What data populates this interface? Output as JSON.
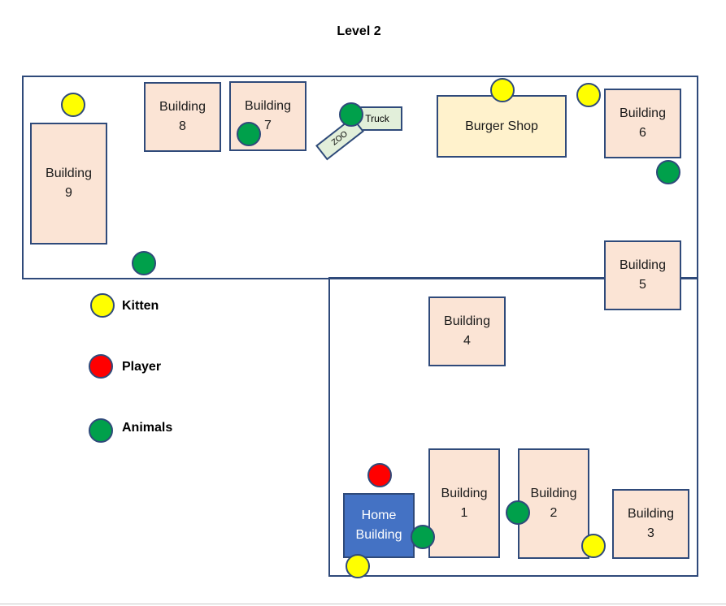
{
  "title": "Level 2",
  "colors": {
    "building_fill": "#fbe4d5",
    "burger_fill": "#fff2cc",
    "home_fill": "#4472c4",
    "outline": "#2f4a7a",
    "kitten": "#ffff00",
    "player": "#ff0000",
    "animal": "#00a04b",
    "vehicle_fill": "#e2efda"
  },
  "buildings": {
    "b1": [
      "Building",
      "1"
    ],
    "b2": [
      "Building",
      "2"
    ],
    "b3": [
      "Building",
      "3"
    ],
    "b4": [
      "Building",
      "4"
    ],
    "b5": [
      "Building",
      "5"
    ],
    "b6": [
      "Building",
      "6"
    ],
    "b7": [
      "Building",
      "7"
    ],
    "b8": [
      "Building",
      "8"
    ],
    "b9": [
      "Building",
      "9"
    ],
    "home": [
      "Home",
      "Building"
    ],
    "burger": "Burger Shop"
  },
  "vehicles": {
    "truck": "Truck",
    "zoo": "ZOO"
  },
  "legend": {
    "kitten": "Kitten",
    "player": "Player",
    "animals": "Animals"
  }
}
